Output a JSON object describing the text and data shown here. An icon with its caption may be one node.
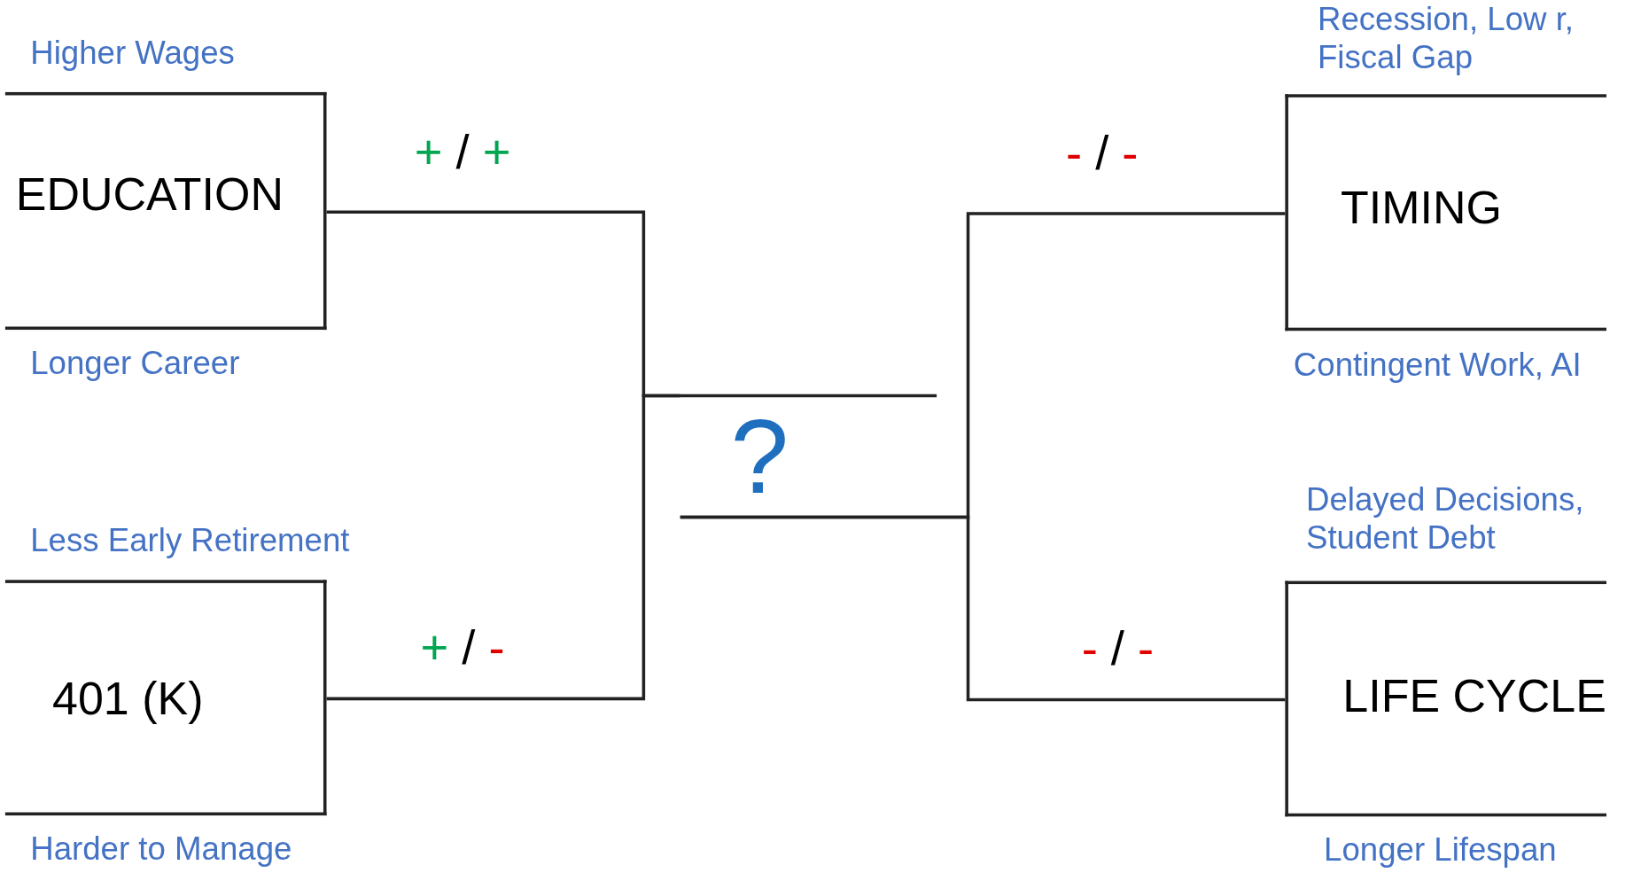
{
  "diagram": {
    "nodes": [
      {
        "text": [
          "EDUCATION"
        ],
        "beside": [
          "Higher Wages",
          "Longer Career"
        ]
      },
      {
        "text": [
          "401 (K)"
        ],
        "beside": [
          "Less Early Retirement",
          "Harder to Manage"
        ]
      },
      {
        "text": [
          "TIMING"
        ],
        "beside": [
          "Recession, Low r, Fiscal Gap",
          "Contingent Work, AI"
        ]
      },
      {
        "text": [
          "LIFE CYCLE"
        ],
        "beside": [
          "Delayed Decisions, Student Debt",
          "Longer Lifespan"
        ]
      },
      {
        "text": [
          "?"
        ]
      }
    ],
    "edges": [
      {
        "from": 0,
        "to": 4,
        "arrow": "none",
        "label": "+ / +"
      },
      {
        "from": 1,
        "to": 4,
        "arrow": "none",
        "label": "+ / -"
      },
      {
        "from": 2,
        "to": 4,
        "arrow": "none",
        "label": "- / -"
      },
      {
        "from": 3,
        "to": 4,
        "arrow": "none",
        "label": "- / -"
      }
    ]
  }
}
